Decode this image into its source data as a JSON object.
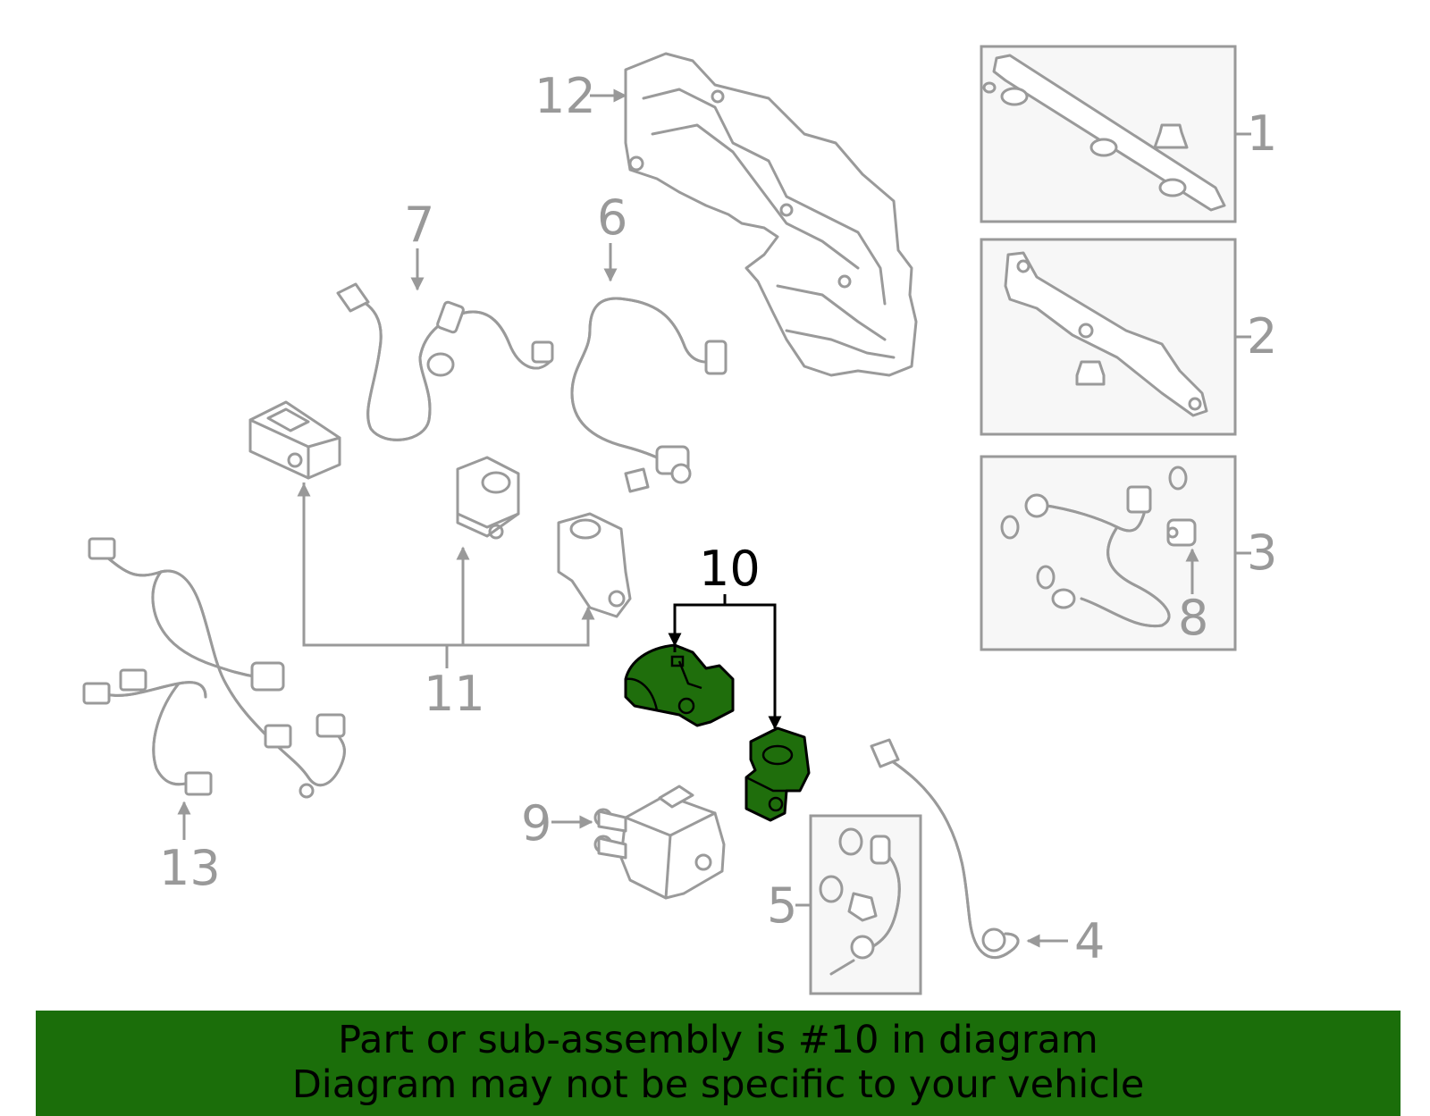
{
  "diagram": {
    "callouts": [
      "1",
      "2",
      "3",
      "4",
      "5",
      "6",
      "7",
      "8",
      "9",
      "10",
      "11",
      "12",
      "13"
    ],
    "highlighted_part": "10",
    "highlight_color": "#1b6e0a",
    "line_color": "#999999"
  },
  "banner": {
    "line1": "Part or sub-assembly is #10 in diagram",
    "line2": "Diagram may not be specific to your vehicle",
    "background": "#1b6e0a"
  }
}
